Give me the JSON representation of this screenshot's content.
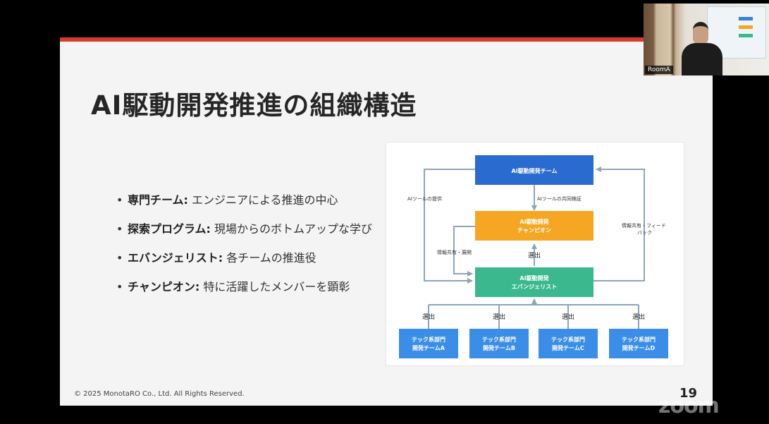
{
  "slide": {
    "title": "AI駆動開発推進の組織構造",
    "bullets": [
      {
        "term": "専門チーム:",
        "text": " エンジニアによる推進の中心"
      },
      {
        "term": "探索プログラム:",
        "text": " 現場からのボトムアップな学び"
      },
      {
        "term": "エバンジェリスト:",
        "text": " 各チームの推進役"
      },
      {
        "term": "チャンピオン:",
        "text": " 特に活躍したメンバーを顕彰"
      }
    ],
    "copyright": "© 2025 MonotaRO Co., Ltd. All Rights Reserved.",
    "page_number": "19"
  },
  "diagram": {
    "team": "AI駆動開発チーム",
    "champion_line1": "AI駆動開発",
    "champion_line2": "チャンピオン",
    "evangelist_line1": "AI駆動開発",
    "evangelist_line2": "エバンジェリスト",
    "label_tool_provide": "AIツールの提供",
    "label_joint_verify": "AIツールの共同検証",
    "label_feedback_line1": "情報共有・フィード",
    "label_feedback_line2": "バック",
    "label_info_share": "情報共有・展開",
    "label_select": "選出",
    "dev_teams": [
      {
        "line1": "テック系部門",
        "line2": "開発チームA"
      },
      {
        "line1": "テック系部門",
        "line2": "開発チームB"
      },
      {
        "line1": "テック系部門",
        "line2": "開発チームC"
      },
      {
        "line1": "テック系部門",
        "line2": "開発チームD"
      }
    ],
    "colors": {
      "team": "#2a6bcf",
      "champion": "#f5a623",
      "evangelist": "#3bb88e",
      "dev": "#3b8ee8",
      "line": "#8ca4bf"
    }
  },
  "video": {
    "participant": "RoomA"
  },
  "app": {
    "logo": "zoom"
  }
}
